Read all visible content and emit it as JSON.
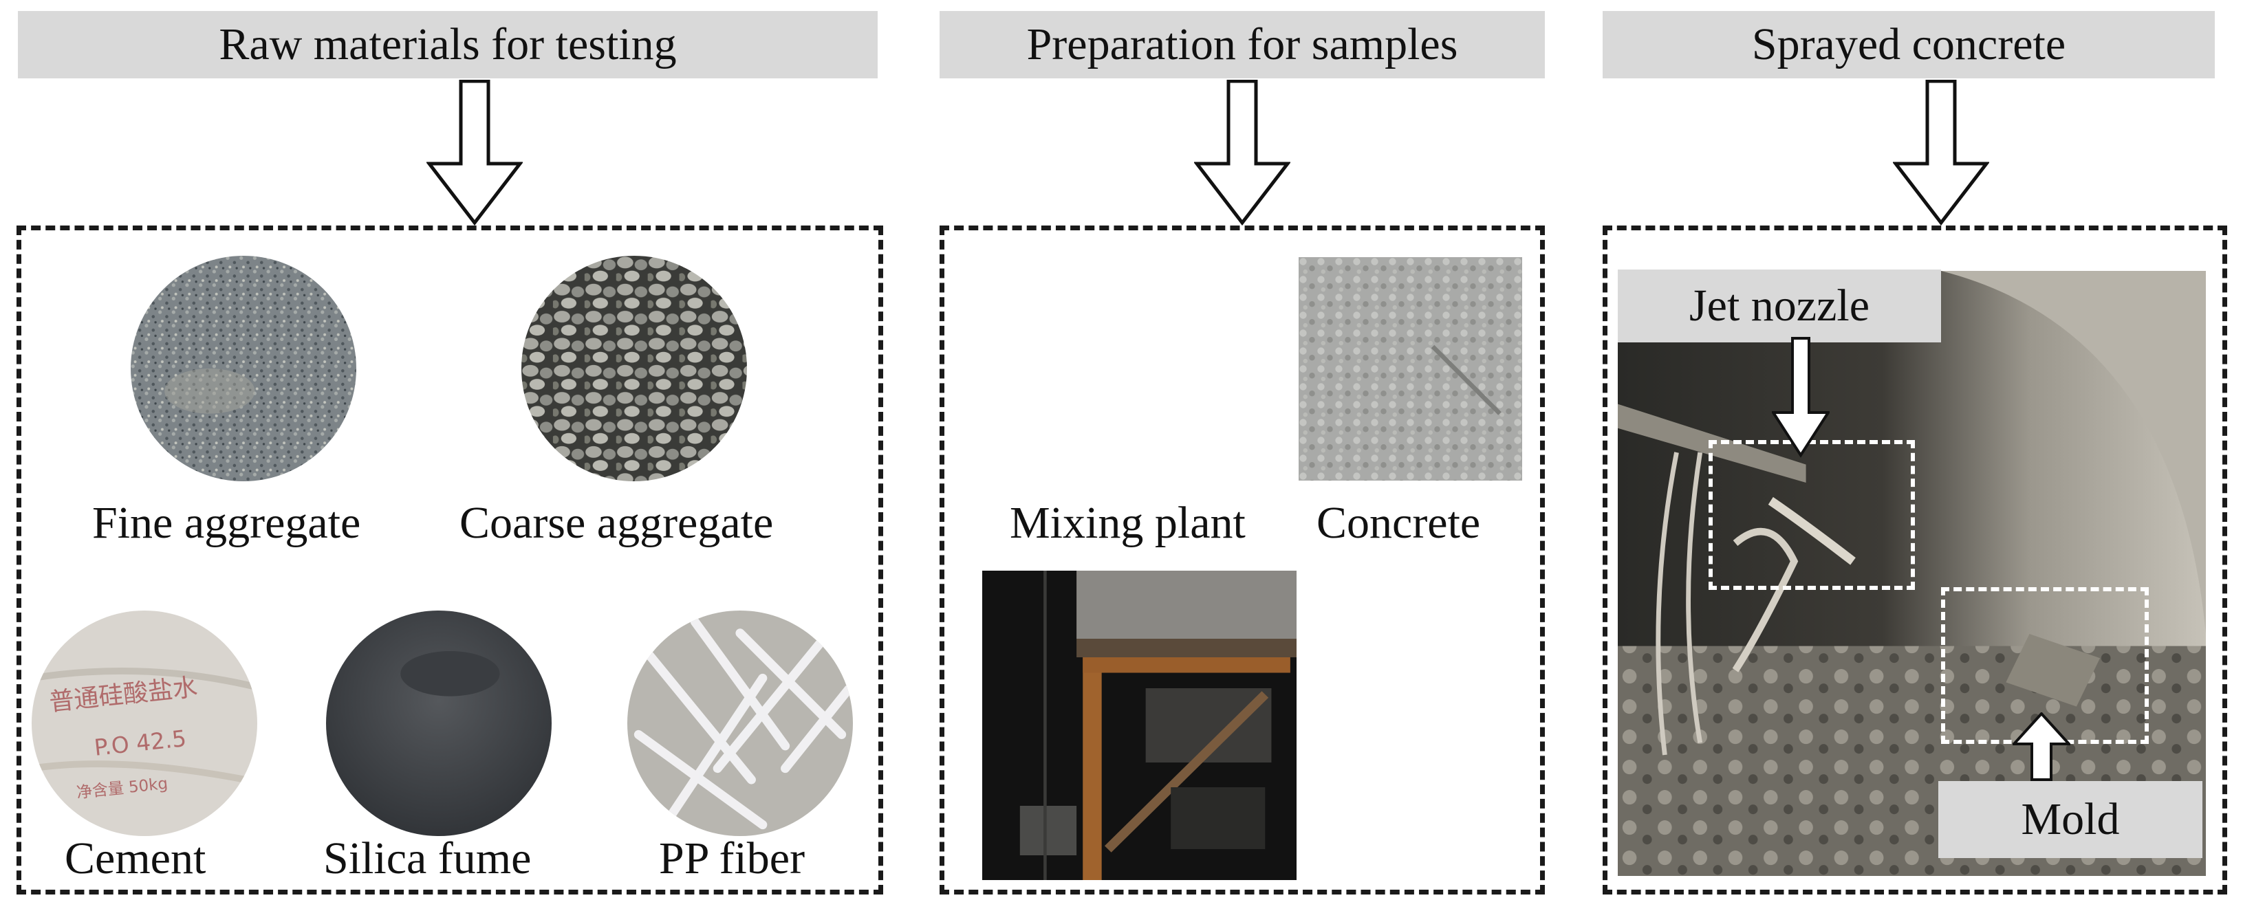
{
  "headers": {
    "raw_materials": "Raw materials for testing",
    "preparation": "Preparation for samples",
    "sprayed": "Sprayed concrete"
  },
  "raw_materials": {
    "fine_aggregate": "Fine aggregate",
    "coarse_aggregate": "Coarse aggregate",
    "cement": "Cement",
    "silica_fume": "Silica fume",
    "pp_fiber": "PP fiber"
  },
  "preparation": {
    "mixing_plant": "Mixing plant",
    "concrete": "Concrete"
  },
  "sprayed": {
    "jet_nozzle": "Jet nozzle",
    "mold": "Mold"
  },
  "cement_bag_print": {
    "chars": "普通硅酸盐水",
    "grade": "P.O 42.5",
    "weight": "净含量 50kg"
  },
  "colors": {
    "header_bg": "#d9d9d9",
    "border": "#1a1a1a",
    "tunnel": "#7a776f"
  }
}
